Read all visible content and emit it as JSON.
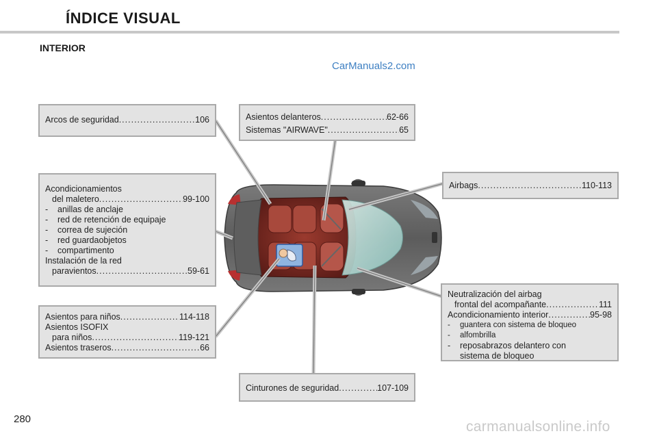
{
  "header": {
    "title": "ÍNDICE VISUAL",
    "section": "INTERIOR"
  },
  "watermark_top": "CarManuals2.com",
  "watermark_bottom": "carmanualsonline.info",
  "page_number": "280",
  "boxes": {
    "arcos": {
      "label": "Arcos de seguridad",
      "page": "106"
    },
    "delanteros": [
      {
        "label": "Asientos delanteros",
        "page": "62-66"
      },
      {
        "label": "Sistemas \"AIRWAVE\"",
        "page": "65"
      }
    ],
    "acond": {
      "l1": "Acondicionamientos",
      "l2": "del maletero",
      "l2_page": "99-100",
      "items": [
        "anillas de anclaje",
        "red de retención de equipaje",
        "correa de sujeción",
        "red guardaobjetos",
        "compartimento"
      ],
      "l3": "Instalación de la red",
      "l4": "paravientos",
      "l4_page": "59-61"
    },
    "airbags": {
      "label": "Airbags",
      "page": "110-113"
    },
    "ninos": {
      "r1_label": "Asientos para niños",
      "r1_page": "114-118",
      "r2a": "Asientos ISOFIX",
      "r2b_label": "para niños",
      "r2b_page": "119-121",
      "r3_label": "Asientos traseros",
      "r3_page": "66"
    },
    "neutral": {
      "l1": "Neutralización del airbag",
      "l2_label": "frontal del acompañante",
      "l2_page": "111",
      "l3_label": "Acondicionamiento interior",
      "l3_page": "95-98",
      "items": [
        "guantera con sistema de bloqueo",
        "alfombrilla",
        "reposabrazos delantero con"
      ],
      "item3_cont": "sistema de bloqueo"
    },
    "cinturones": {
      "label": "Cinturones de seguridad",
      "page": "107-109"
    }
  }
}
